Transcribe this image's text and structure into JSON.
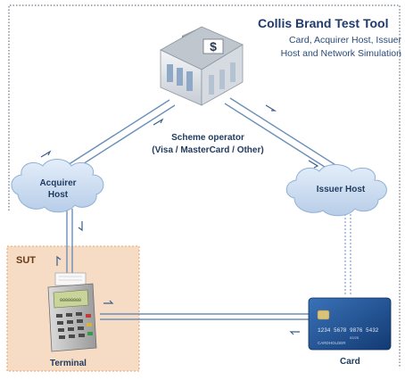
{
  "header": {
    "title": "Collis Brand Test Tool",
    "subtitle_line1": "Card, Acquirer Host, Issuer",
    "subtitle_line2": "Host and Network Simulation"
  },
  "nodes": {
    "scheme_operator": {
      "line1": "Scheme operator",
      "line2": "(Visa / MasterCard / Other)"
    },
    "acquirer": {
      "line1": "Acquirer",
      "line2": "Host"
    },
    "issuer": {
      "label": "Issuer Host"
    },
    "terminal": {
      "label": "Terminal",
      "screen_text": "00000000"
    },
    "card": {
      "label": "Card",
      "number": "1234 5678 9876 5432",
      "name": "CARDHOLDER",
      "expiry": "02/25"
    }
  },
  "sut": {
    "label": "SUT"
  },
  "colors": {
    "boundary": "#4a5a6a",
    "sut_fill": "#f6dcc4",
    "sut_border": "#e6a46c",
    "link": "#6a8fb8",
    "cloud": "#c9dcf2",
    "card": "#1d4f8f"
  }
}
